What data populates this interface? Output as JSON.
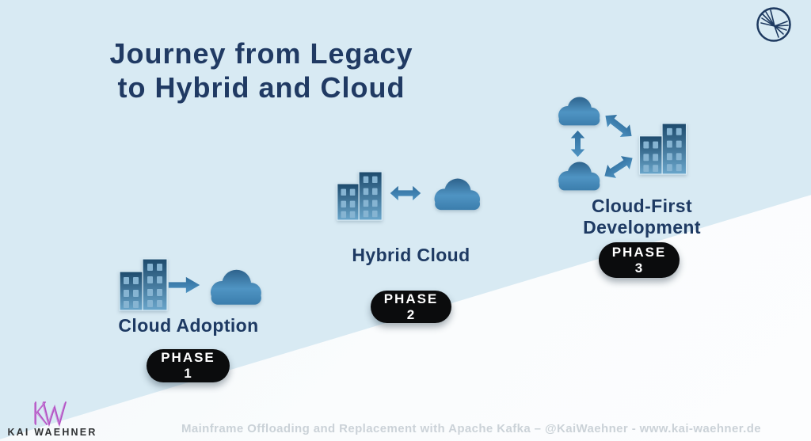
{
  "slide": {
    "title_line1": "Journey from Legacy",
    "title_line2": "to Hybrid and Cloud",
    "footer": "Mainframe Offloading and Replacement with Apache Kafka – @KaiWaehner - www.kai-waehner.de",
    "brand": {
      "monogram": "KW",
      "name": "KAI WAEHNER",
      "monogram_color": "#b352c4",
      "name_color": "#303234"
    },
    "logo": {
      "name": "starburst-circle-logo",
      "color": "#1e3a60"
    },
    "colors": {
      "background_top": "#d8eaf3",
      "background_bottom": "#fafcfd",
      "title_navy": "#203a63",
      "label_navy": "#1e3a63",
      "icon_blue_dark": "#1d4a6c",
      "icon_blue_light": "#5f9cc6",
      "badge_black": "#0b0c0d",
      "badge_text": "#ffffff",
      "footer_gray": "#c6ced4"
    },
    "phases": [
      {
        "label": "Cloud Adoption",
        "badge_title": "PHASE",
        "badge_number": "1",
        "icons": [
          "buildings-icon",
          "arrow-right-icon",
          "cloud-icon"
        ]
      },
      {
        "label": "Hybrid Cloud",
        "badge_title": "PHASE",
        "badge_number": "2",
        "icons": [
          "buildings-icon",
          "arrow-both-icon",
          "cloud-icon"
        ]
      },
      {
        "label": "Cloud-First Development",
        "badge_title": "PHASE",
        "badge_number": "3",
        "icons": [
          "cloud-icon",
          "cloud-icon",
          "arrow-both-vertical-icon",
          "arrow-both-diagonal-icon",
          "arrow-both-diagonal-icon",
          "buildings-icon"
        ]
      }
    ]
  }
}
